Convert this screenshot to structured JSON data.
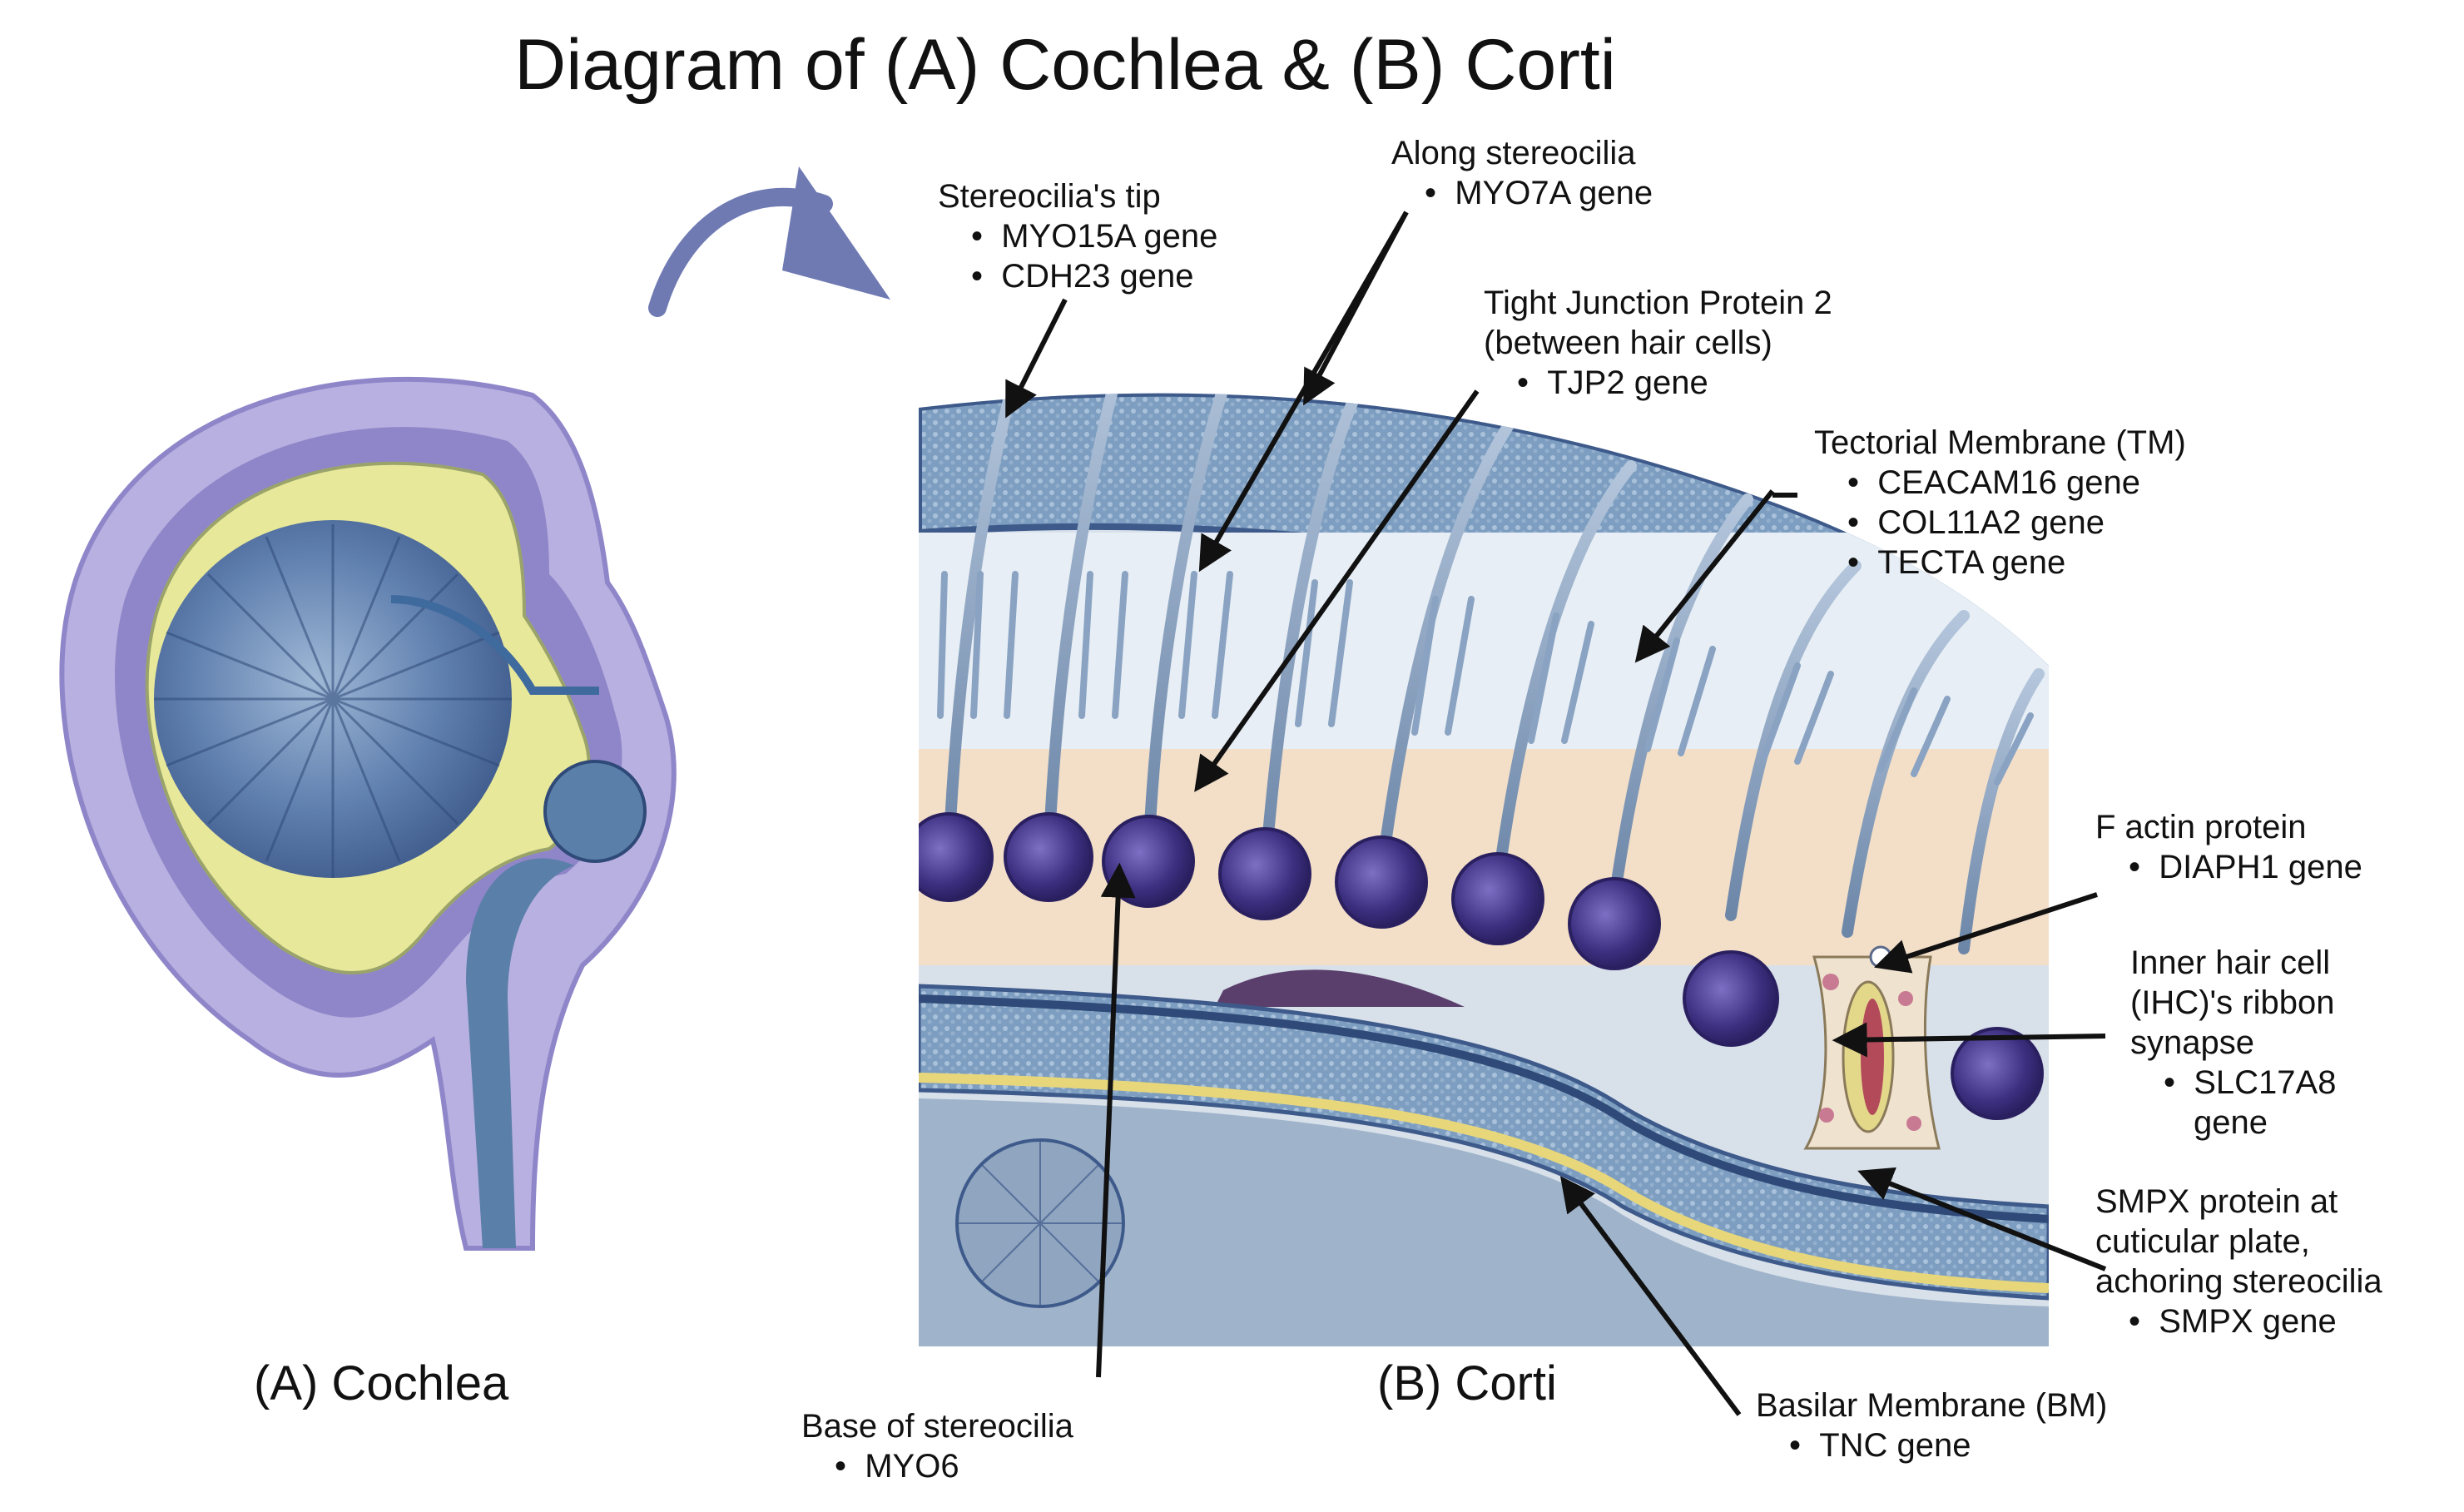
{
  "title": "Diagram of (A) Cochlea & (B) Corti",
  "panels": {
    "a_label": "(A) Cochlea",
    "b_label": "(B) Corti"
  },
  "annotations": {
    "stereocilia_tip": {
      "heading": "Stereocilia's tip",
      "bullets": [
        "MYO15A gene",
        "CDH23 gene"
      ]
    },
    "along_stereocilia": {
      "heading": "Along stereocilia",
      "bullets": [
        "MYO7A gene"
      ]
    },
    "tight_junction": {
      "heading": [
        "Tight Junction Protein 2",
        "(between hair cells)"
      ],
      "bullets": [
        "TJP2 gene"
      ]
    },
    "tectorial_membrane": {
      "heading": "Tectorial Membrane (TM)",
      "bullets": [
        "CEACAM16 gene",
        "COL11A2 gene",
        "TECTA gene"
      ]
    },
    "f_actin": {
      "heading": "F actin protein",
      "bullets": [
        "DIAPH1 gene"
      ]
    },
    "ihc_ribbon": {
      "heading": [
        "Inner hair cell",
        "(IHC)'s ribbon",
        "synapse"
      ],
      "bullets": [
        "SLC17A8"
      ],
      "continuation": "gene"
    },
    "smpx": {
      "heading": [
        "SMPX protein at",
        "cuticular plate,",
        "achoring stereocilia"
      ],
      "bullets": [
        "SMPX gene"
      ]
    },
    "basilar_membrane": {
      "heading": "Basilar Membrane (BM)",
      "bullets": [
        "TNC gene"
      ]
    },
    "base_stereocilia": {
      "heading": "Base of stereocilia",
      "bullets": [
        "MYO6"
      ]
    }
  },
  "colors": {
    "outer_lavender": "#b8b0e0",
    "inner_purple": "#8f86c9",
    "yellow_tissue": "#e8e89a",
    "blue_duct": "#5a7fa8",
    "membrane_blue": "#7f9fc0",
    "cell_purple": "#4a3f8c",
    "skin_beige": "#f3dfc8",
    "arrow_blue": "#6f7ab3"
  }
}
